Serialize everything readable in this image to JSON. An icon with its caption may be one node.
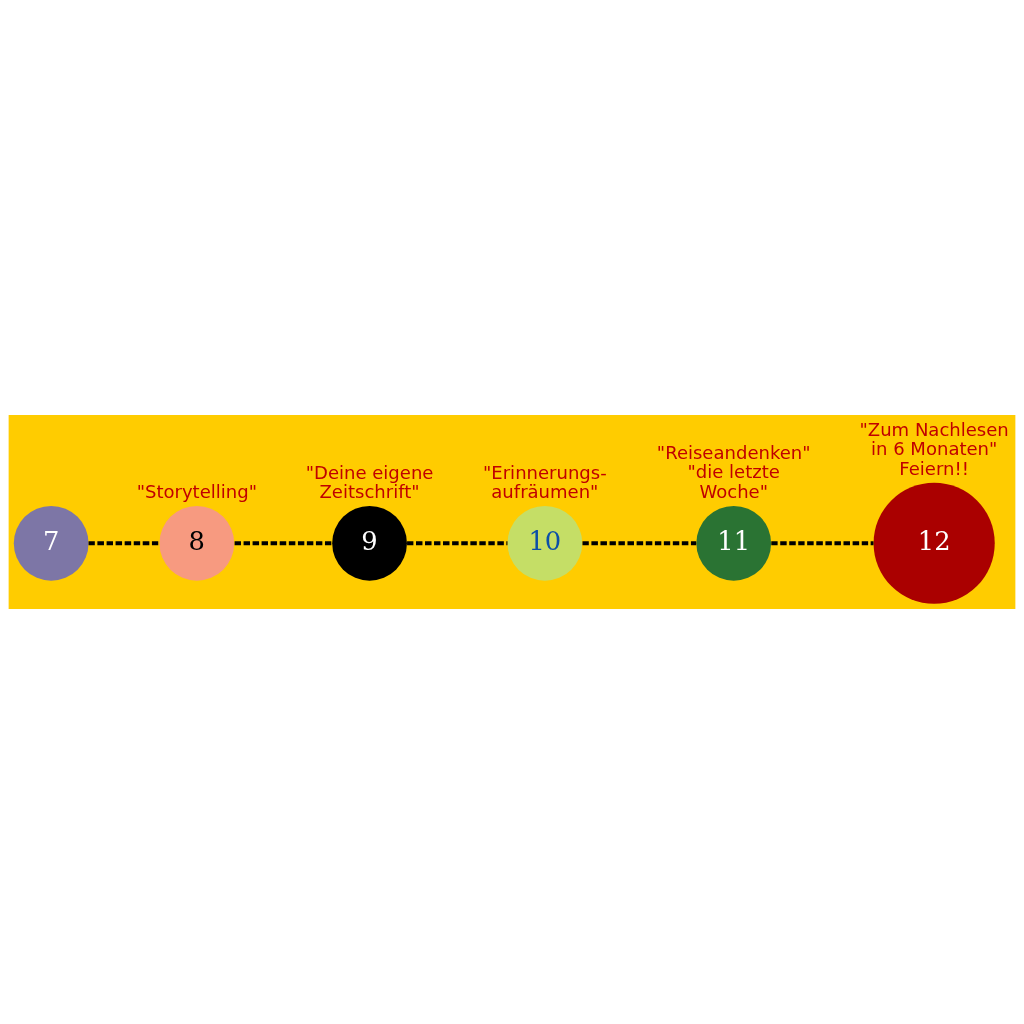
{
  "diagram": {
    "nodes": [
      {
        "text": [
          "7"
        ]
      },
      {
        "text": [
          "8"
        ],
        "beside": [
          "\"Storytelling\""
        ]
      },
      {
        "text": [
          "9"
        ],
        "beside": [
          "\"Deine eigene Zeitschrift\""
        ]
      },
      {
        "text": [
          "10"
        ],
        "beside": [
          "\"Erinnerungs- aufräumen\""
        ]
      },
      {
        "text": [
          "11"
        ],
        "beside": [
          "\"Reiseandenken\" \"die letzte Woche\""
        ]
      },
      {
        "text": [
          "12"
        ],
        "beside": [
          "\"Zum Nachlesen in 6 Monaten\" Feiern!!"
        ]
      }
    ],
    "edges": [
      {
        "from": 0,
        "to": 1,
        "arrow": "none",
        "style": "dashed"
      },
      {
        "from": 1,
        "to": 2,
        "arrow": "none",
        "style": "dashed"
      },
      {
        "from": 2,
        "to": 3,
        "arrow": "none",
        "style": "dashed"
      },
      {
        "from": 3,
        "to": 4,
        "arrow": "none",
        "style": "dashed"
      },
      {
        "from": 4,
        "to": 5,
        "arrow": "none",
        "style": "dashed"
      }
    ]
  }
}
